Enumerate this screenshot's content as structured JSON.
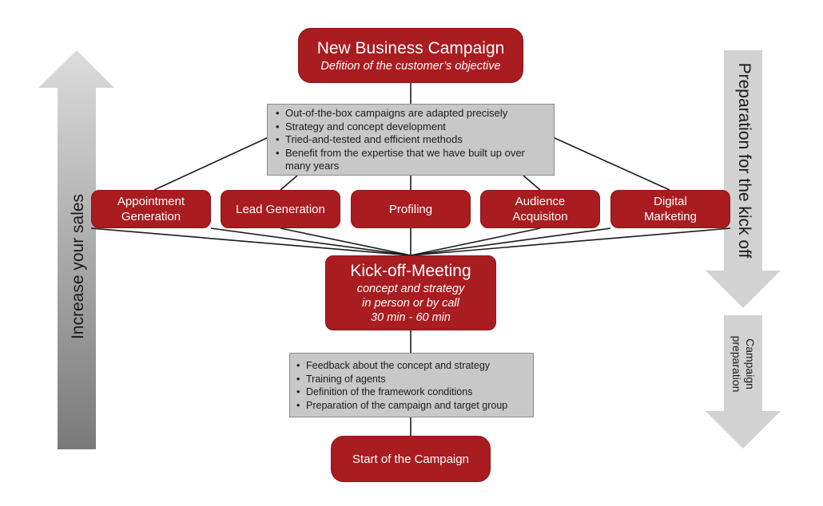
{
  "header": {
    "title": "New Business Campaign",
    "subtitle": "Defition of the customer’s objective"
  },
  "top_bullets": [
    "Out-of-the-box campaigns are adapted precisely",
    "Strategy and concept development",
    "Tried-and-tested and efficient methods",
    "Benefit from the expertise that we have built up over many years"
  ],
  "categories": [
    "Appointment Generation",
    "Lead Generation",
    "Profiling",
    "Audience Acquisiton",
    "Digital Marketing"
  ],
  "kickoff": {
    "title": "Kick-off-Meeting",
    "line1": "concept and strategy",
    "line2": "in person or by call",
    "line3": "30 min - 60 min"
  },
  "bottom_bullets": [
    "Feedback about the concept and strategy",
    "Training of agents",
    "Definition of the framework conditions",
    "Preparation of the campaign and target group"
  ],
  "start": {
    "label": "Start of the Campaign"
  },
  "side_labels": {
    "left": "Increase your sales",
    "right_top": "Preparation for the kick off",
    "right_bottom_1": "Campaign",
    "right_bottom_2": "preparation"
  },
  "colors": {
    "box_red": "#a91c20",
    "box_gray": "#c8c8c8",
    "arrow_gray": "#d2d2d2"
  }
}
